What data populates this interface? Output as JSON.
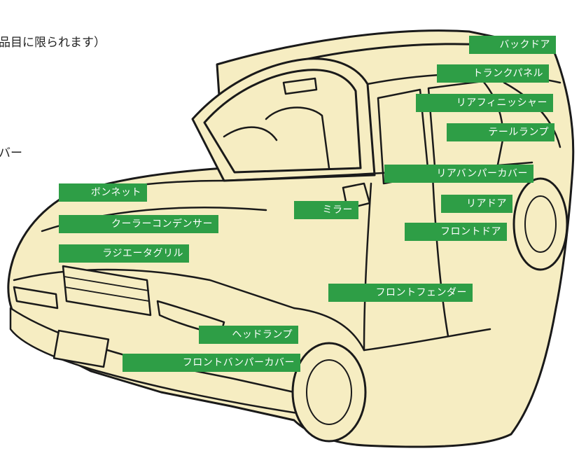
{
  "stray_text": {
    "top_fragment": "品目に限られます）",
    "left_fragment": "バー"
  },
  "colors": {
    "label_bg": "#2e9e46",
    "label_text": "#ffffff",
    "car_body": "#f6edc2",
    "outline": "#1a1a1a"
  },
  "labels": {
    "back_door": "バックドア",
    "trunk_panel": "トランクパネル",
    "rear_finisher": "リアフィニッシャー",
    "tail_lamp": "テールランプ",
    "rear_bumper_cover": "リアバンパーカバー",
    "rear_door": "リアドア",
    "front_door": "フロントドア",
    "mirror": "ミラー",
    "bonnet": "ボンネット",
    "cooler_condenser": "クーラーコンデンサー",
    "radiator_grille": "ラジエータグリル",
    "front_fender": "フロントフェンダー",
    "headlamp": "ヘッドランプ",
    "front_bumper_cover": "フロントバンパーカバー"
  }
}
